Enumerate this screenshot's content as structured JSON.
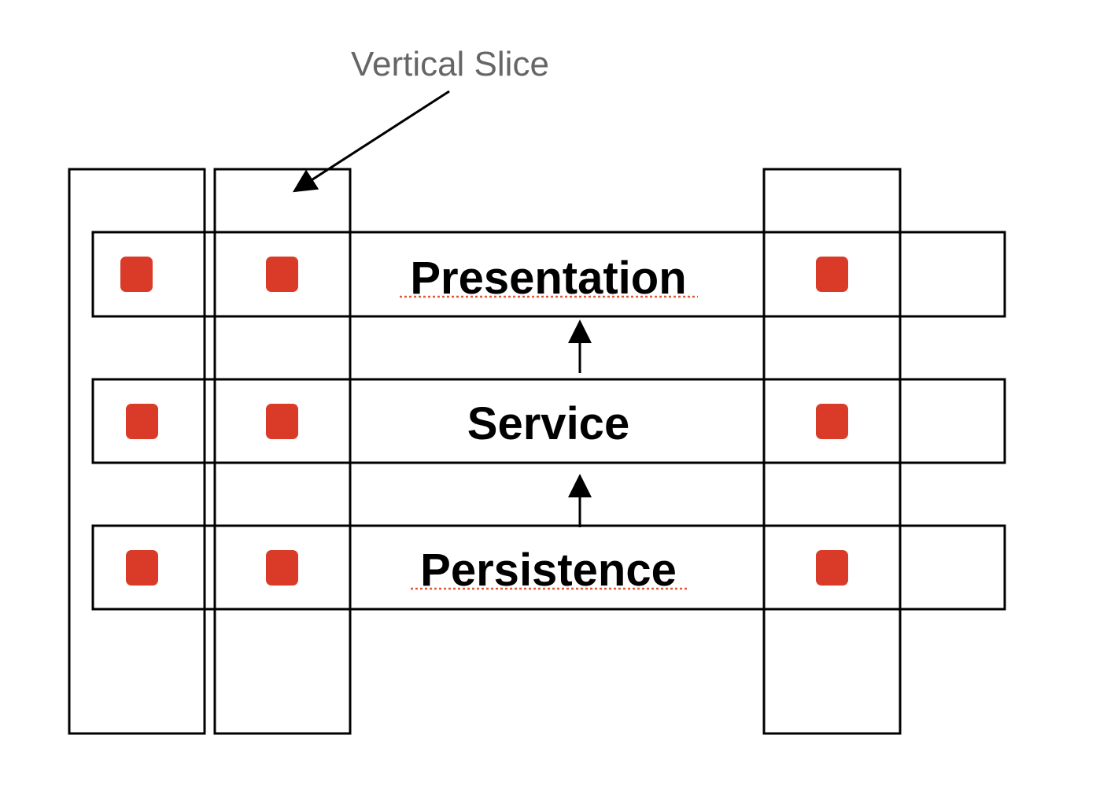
{
  "callout": {
    "label": "Vertical Slice"
  },
  "layers": [
    {
      "id": "presentation",
      "label": "Presentation",
      "spellcheck_underline": true
    },
    {
      "id": "service",
      "label": "Service",
      "spellcheck_underline": false
    },
    {
      "id": "persistence",
      "label": "Persistence",
      "spellcheck_underline": true
    }
  ],
  "vertical_slices_count": 3,
  "colors": {
    "stroke": "#000000",
    "marker": "#da3b28",
    "callout_text": "#666666",
    "spellcheck": "#e05a3a"
  }
}
